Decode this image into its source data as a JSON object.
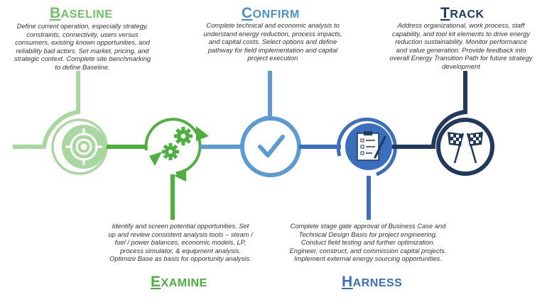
{
  "colors": {
    "baseline": "#a8d8a0",
    "examine": "#4caf3e",
    "confirm": "#5b9bd5",
    "harness": "#3a6fbf",
    "track": "#1f3a5c",
    "text": "#333333"
  },
  "stages": [
    {
      "key": "baseline",
      "title_first": "B",
      "title_rest": "ASELINE",
      "icon": "target-icon",
      "description": [
        "Define current operation, especially strategy,",
        "constraints, connectivity, users versus",
        "consumers, existing known opportunities, and",
        "reliability bad actors. Set market, pricing, and",
        "strategic context. Complete site benchmarking",
        "to define Baseline."
      ]
    },
    {
      "key": "examine",
      "title_first": "E",
      "title_rest": "XAMINE",
      "icon": "gears-icon",
      "description": [
        "Identify and screen potential opportunities. Set",
        "up and review consistent analysis tools – steam /",
        "fuel / power balances, economic models, LP,",
        "process simulator, & equipment analysis.",
        "Optimize Base as basis for opportunity analysis."
      ]
    },
    {
      "key": "confirm",
      "title_first": "C",
      "title_rest": "ONFIRM",
      "icon": "checkmark-icon",
      "description": [
        "Complete technical and economic analysis to",
        "understand energy reduction, process impacts,",
        "and capital costs. Select options and define",
        "pathway for field implementation and capital",
        "project execution"
      ]
    },
    {
      "key": "harness",
      "title_first": "H",
      "title_rest": "ARNESS",
      "icon": "checklist-icon",
      "description": [
        "Complete stage gate approval of Business Case and",
        "Technical Design Basis for project engineering.",
        "Conduct field testing and further optimization.",
        "Engineer, construct, and commission capital projects.",
        "Implement external energy sourcing opportunities."
      ]
    },
    {
      "key": "track",
      "title_first": "T",
      "title_rest": "RACK",
      "icon": "checkered-flags-icon",
      "description": [
        "Address organizational, work process, staff",
        "capability, and tool kit elements to drive energy",
        "reduction sustainability. Monitor performance",
        "and value generation. Provide feedback into",
        "overall Energy Transition Path for future strategy",
        "development"
      ]
    }
  ]
}
